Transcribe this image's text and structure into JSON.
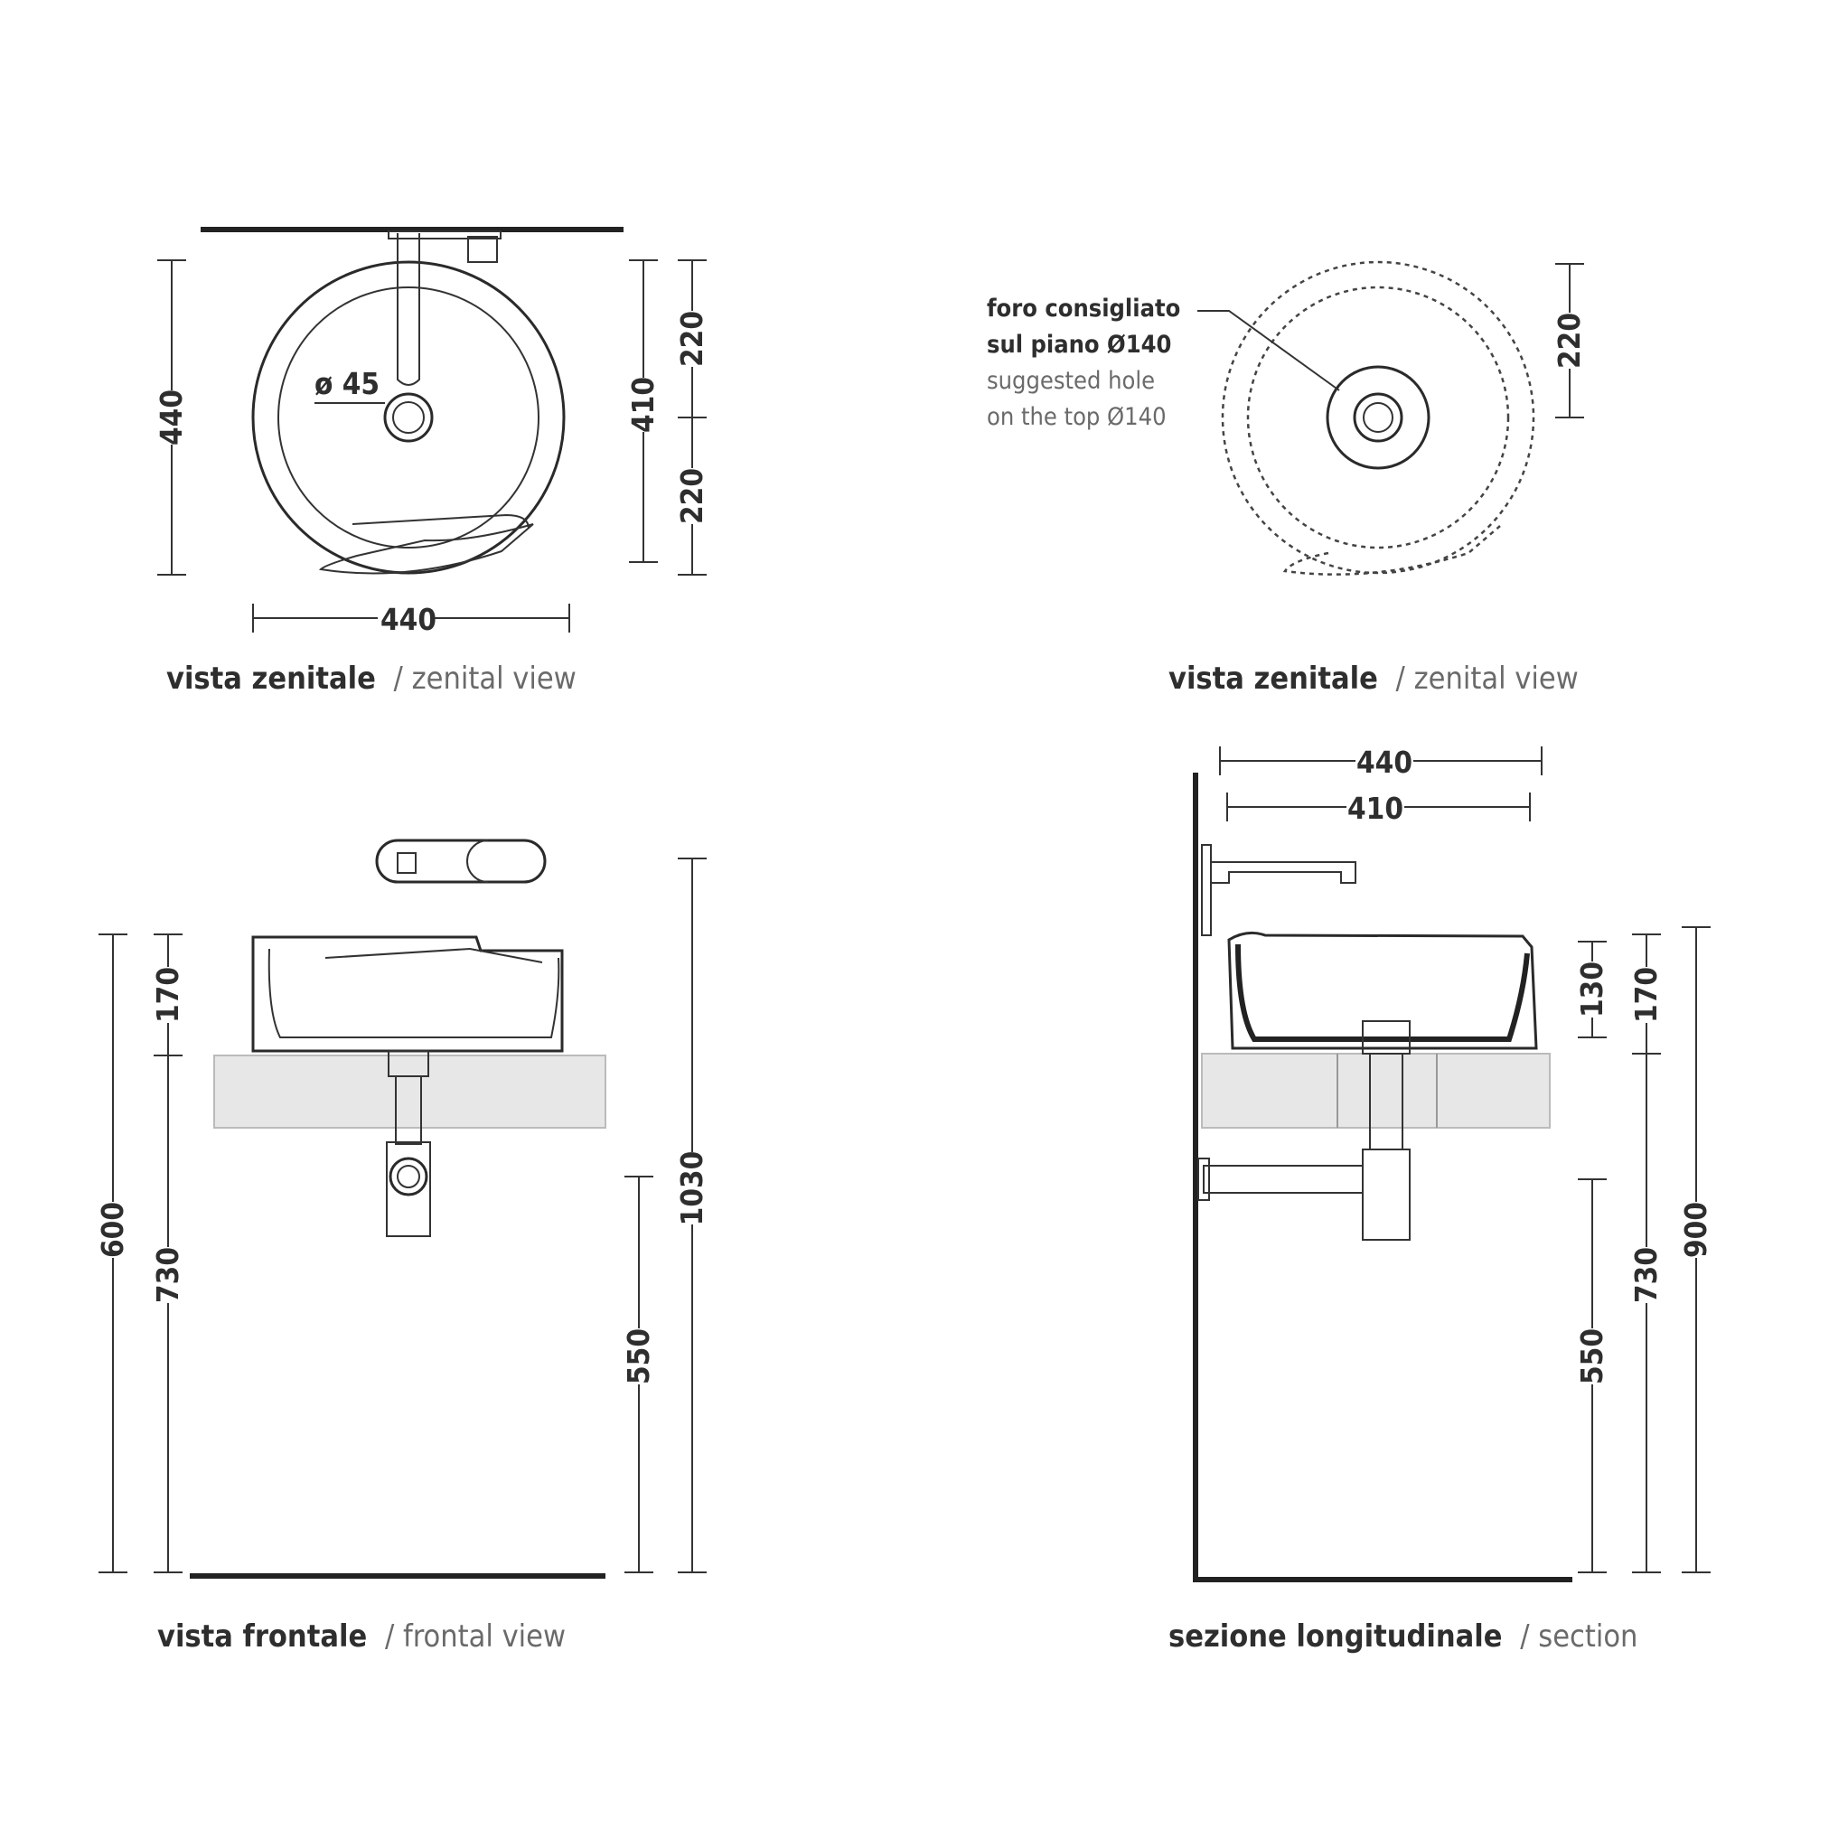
{
  "views": {
    "top_left": {
      "caption_bold": "vista zenitale",
      "caption_light": "/ zenital view",
      "dims": {
        "height": "440",
        "width": "440",
        "inner": "410",
        "upper_half": "220",
        "lower_half": "220",
        "hole": "ø 45"
      }
    },
    "top_right": {
      "caption_bold": "vista zenitale",
      "caption_light": "/ zenital view",
      "note_line1": "foro consigliato",
      "note_line2": "sul piano Ø140",
      "note_line3": "suggested hole",
      "note_line4": "on the top Ø140",
      "dims": {
        "radius": "220"
      }
    },
    "bottom_left": {
      "caption_bold": "vista frontale",
      "caption_light": "/ frontal view",
      "dims": {
        "basin_height": "170",
        "total_600": "600",
        "top_730": "730",
        "trap_550": "550",
        "tap_1030": "1030"
      }
    },
    "bottom_right": {
      "caption_bold": "sezione longitudinale",
      "caption_light": "/ section",
      "dims": {
        "outer_width": "440",
        "inner_width": "410",
        "inner_depth": "130",
        "basin_height": "170",
        "top_730": "730",
        "trap_550": "550",
        "total_900": "900"
      }
    }
  }
}
